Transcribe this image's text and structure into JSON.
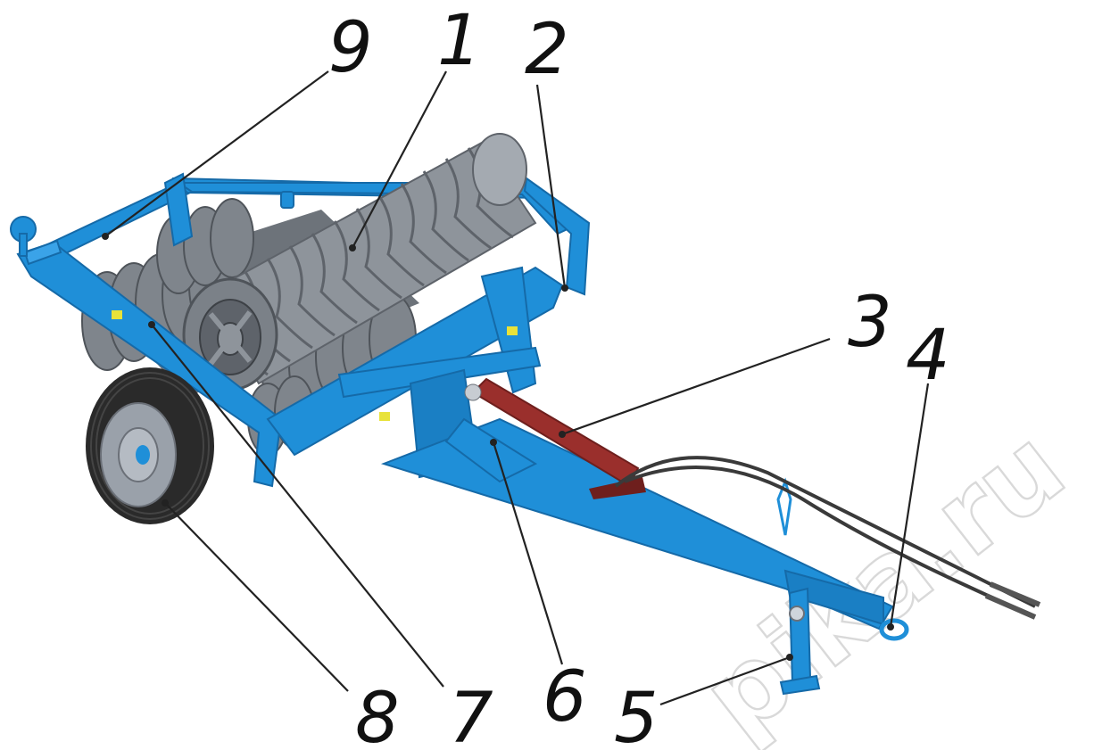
{
  "colors": {
    "frame": "#1f8fd8",
    "frame_dark": "#156aa8",
    "roller": "#8e949b",
    "roller_dark": "#5e636a",
    "cylinder": "#9a2f2c",
    "tire": "#2a2a2a",
    "rim": "#9aa1aa",
    "sticker": "#e8e23a",
    "hose": "#3a3a3a"
  },
  "watermark": "pika.ru",
  "callouts": [
    {
      "id": "1",
      "label": "1"
    },
    {
      "id": "2",
      "label": "2"
    },
    {
      "id": "3",
      "label": "3"
    },
    {
      "id": "4",
      "label": "4"
    },
    {
      "id": "5",
      "label": "5"
    },
    {
      "id": "6",
      "label": "6"
    },
    {
      "id": "7",
      "label": "7"
    },
    {
      "id": "8",
      "label": "8"
    },
    {
      "id": "9",
      "label": "9"
    }
  ]
}
